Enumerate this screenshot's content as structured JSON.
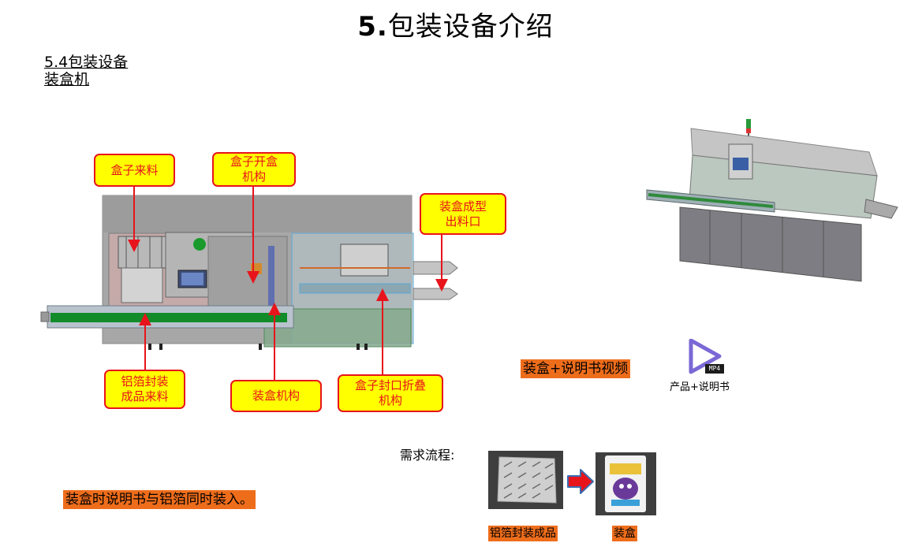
{
  "title": {
    "number": "5.",
    "text": "包装设备介绍"
  },
  "section": {
    "line1": "5.4包装设备",
    "line2": "装盒机"
  },
  "callouts": {
    "box_feed": "盒子来料",
    "box_open": "盒子开盒\n机构",
    "form_out": "装盒成型\n出料口",
    "foil_feed": "铝箔封装\n成品来料",
    "boxing": "装盒机构",
    "seal_fold": "盒子封口折叠\n机构"
  },
  "video": {
    "label": "装盒+说明书视频",
    "file_badge": "MP4",
    "file_name": "产品+说明书"
  },
  "flow": {
    "label": "需求流程:",
    "step1": "铝箔封装成品",
    "step2": "装盒"
  },
  "note": "装盒时说明书与铝箔同时装入。",
  "colors": {
    "callout_bg": "#ffff00",
    "callout_border": "#e8141b",
    "highlight": "#ee6d1b",
    "arrow": "#e8141b"
  }
}
